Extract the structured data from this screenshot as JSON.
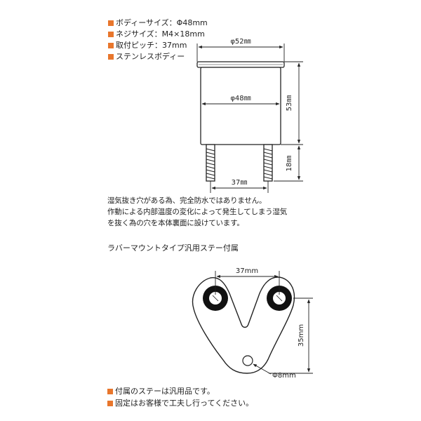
{
  "specs": [
    "ボディーサイズ：Φ48mm",
    "ネジサイズ：M4×18mm",
    "取付ピッチ：37mm",
    "ステンレスボディー"
  ],
  "gauge_dimensions": {
    "outer_diameter": "φ52㎜",
    "body_diameter": "φ48㎜",
    "height": "53㎜",
    "bolt_length": "18㎜",
    "bolt_pitch": "37㎜"
  },
  "note_lines": [
    "湿気抜き穴がある為、完全防水ではありません。",
    "作動による内部温度の変化によって発生してしまう湿気",
    "を抜く為の穴を本体裏面に設けています。"
  ],
  "section_title": "ラバーマウントタイプ汎用ステー付属",
  "stay_dimensions": {
    "pitch": "37mm",
    "height": "35mm",
    "hole": "Φ8mm"
  },
  "footnotes": [
    "付属のステーは汎用品です。",
    "固定はお客様で工夫し行ってください。"
  ],
  "colors": {
    "bullet": "#e8762c",
    "line": "#222222"
  }
}
